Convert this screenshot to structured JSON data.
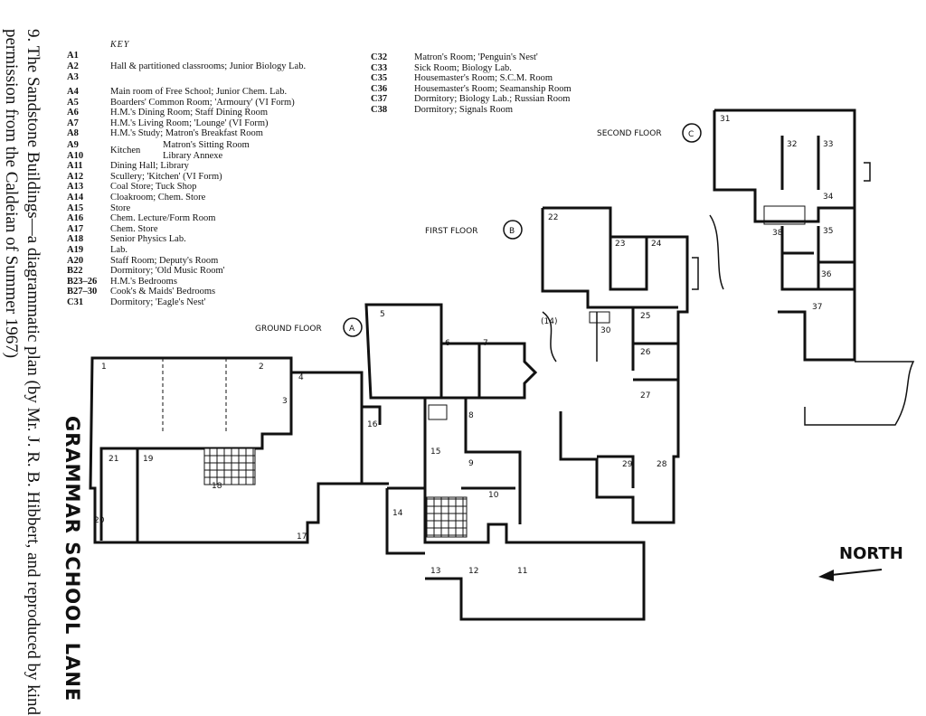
{
  "caption": "9. The Sandstone Buildings—a diagrammatic plan (by Mr. J. R. B. Hibbert, and reproduced by kind permission from the Caldeian of Summer 1967)",
  "lane_label": "GRAMMAR SCHOOL LANE",
  "north_label": "NORTH",
  "key": {
    "title": "KEY",
    "group_a1_a3": {
      "codes": [
        "A1",
        "A2",
        "A3"
      ],
      "text": "Hall & partitioned classrooms; Junior Biology Lab."
    },
    "group_a9_a10": {
      "codes": [
        "A9",
        "A10"
      ],
      "label": "Kitchen",
      "items": [
        "Matron's Sitting Room",
        "Library Annexe"
      ]
    },
    "left": [
      {
        "code": "A4",
        "text": "Main room of Free School; Junior Chem. Lab."
      },
      {
        "code": "A5",
        "text": "Boarders' Common Room; 'Armoury' (VI Form)"
      },
      {
        "code": "A6",
        "text": "H.M.'s Dining Room; Staff Dining Room"
      },
      {
        "code": "A7",
        "text": "H.M.'s Living Room; 'Lounge' (VI Form)"
      },
      {
        "code": "A8",
        "text": "H.M.'s Study; Matron's Breakfast Room"
      }
    ],
    "left2": [
      {
        "code": "A11",
        "text": "Dining Hall; Library"
      },
      {
        "code": "A12",
        "text": "Scullery; 'Kitchen' (VI Form)"
      },
      {
        "code": "A13",
        "text": "Coal Store; Tuck Shop"
      },
      {
        "code": "A14",
        "text": "Cloakroom; Chem. Store"
      },
      {
        "code": "A15",
        "text": "Store"
      },
      {
        "code": "A16",
        "text": "Chem. Lecture/Form Room"
      },
      {
        "code": "A17",
        "text": "Chem. Store"
      },
      {
        "code": "A18",
        "text": "Senior Physics Lab."
      },
      {
        "code": "A19",
        "text": "Lab."
      },
      {
        "code": "A20",
        "text": "Staff Room; Deputy's Room"
      },
      {
        "code": "B22",
        "text": "Dormitory; 'Old Music Room'"
      },
      {
        "code": "B23–26",
        "text": "H.M.'s Bedrooms"
      },
      {
        "code": "B27–30",
        "text": "Cook's & Maids' Bedrooms"
      },
      {
        "code": "C31",
        "text": "Dormitory; 'Eagle's Nest'"
      }
    ],
    "right": [
      {
        "code": "C32",
        "text": "Matron's Room; 'Penguin's Nest'"
      },
      {
        "code": "C33",
        "text": "Sick Room; Biology Lab."
      },
      {
        "code": "C35",
        "text": "Housemaster's Room; S.C.M. Room"
      },
      {
        "code": "C36",
        "text": "Housemaster's Room; Seamanship Room"
      },
      {
        "code": "C37",
        "text": "Dormitory; Biology Lab.; Russian Room"
      },
      {
        "code": "C38",
        "text": "Dormitory; Signals Room"
      }
    ]
  },
  "floors": {
    "ground": {
      "label": "GROUND FLOOR",
      "badge": "A"
    },
    "first": {
      "label": "FIRST FLOOR",
      "badge": "B"
    },
    "second": {
      "label": "SECOND FLOOR",
      "badge": "C"
    }
  },
  "rooms": {
    "ground": [
      "1",
      "2",
      "3",
      "4",
      "5",
      "6",
      "7",
      "8",
      "9",
      "10",
      "11",
      "12",
      "13",
      "14",
      "15",
      "16",
      "17",
      "18",
      "19",
      "20",
      "21"
    ],
    "first": [
      "22",
      "23",
      "24",
      "25",
      "26",
      "27",
      "28",
      "29",
      "30",
      "(14)"
    ],
    "second": [
      "31",
      "32",
      "33",
      "34",
      "35",
      "36",
      "37",
      "38"
    ]
  }
}
